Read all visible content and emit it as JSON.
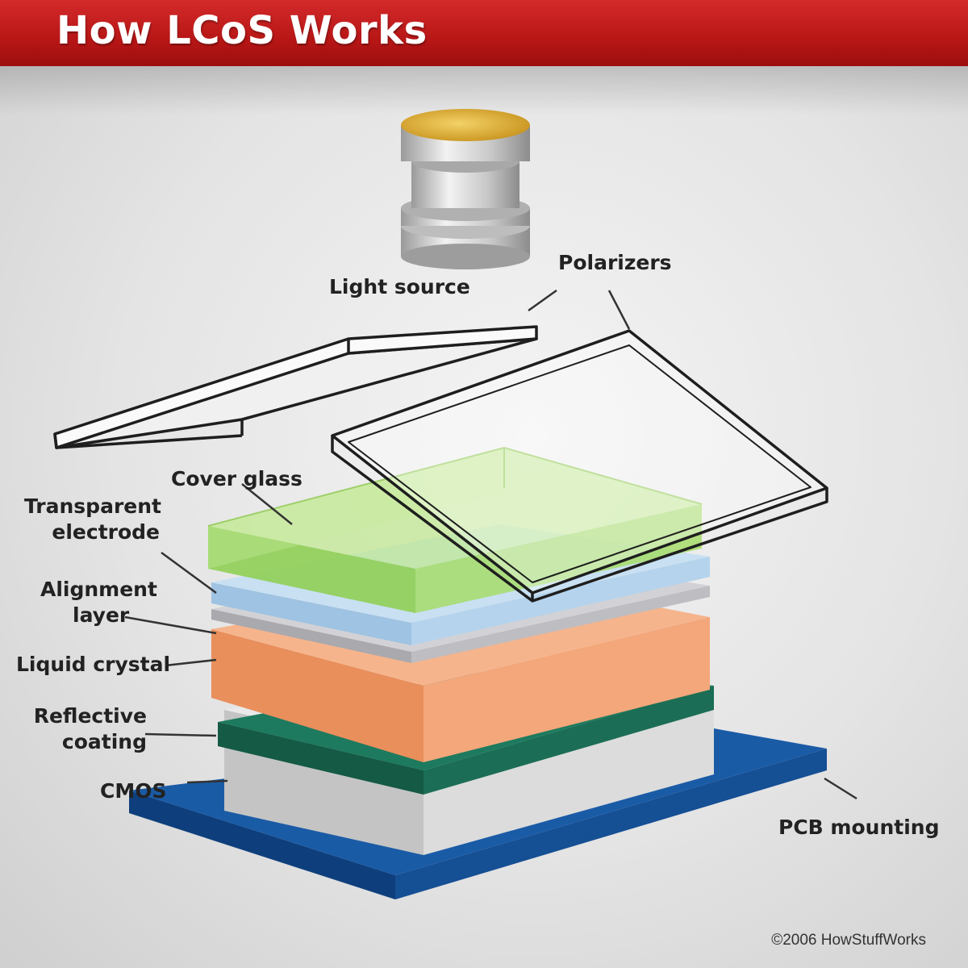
{
  "title": "How LCoS Works",
  "labels": {
    "light_source": "Light source",
    "polarizers": "Polarizers",
    "cover_glass": "Cover glass",
    "transparent_electrode": [
      "Transparent",
      "electrode"
    ],
    "alignment_layer": [
      "Alignment",
      "layer"
    ],
    "liquid_crystal": "Liquid crystal",
    "reflective_coating": [
      "Reflective",
      "coating"
    ],
    "cmos": "CMOS",
    "pcb_mounting": "PCB mounting"
  },
  "copyright": "©2006 HowStuffWorks",
  "colors": {
    "banner": "#c41e1e",
    "cover_glass": "#a6dc6a",
    "transparent_electrode": "#b7d6ee",
    "alignment_layer": "#c8c8cc",
    "liquid_crystal": "#f2a070",
    "reflective_coating": "#1d7a5e",
    "cmos": "#d2d2d2",
    "pcb_mounting": "#1a5ba6",
    "light_source_top": "#d9a82e"
  }
}
